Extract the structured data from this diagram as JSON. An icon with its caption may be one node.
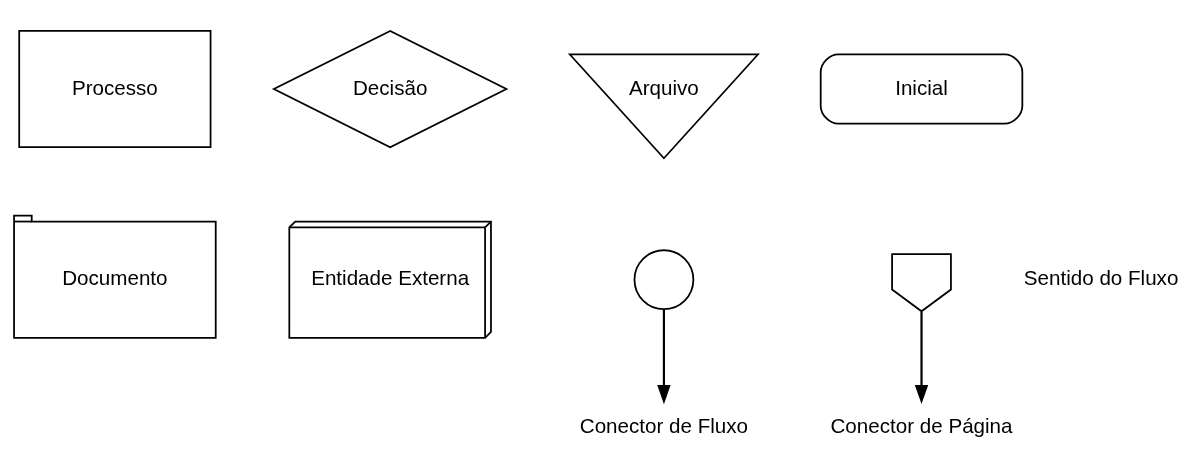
{
  "diagram": {
    "nodes": [
      {
        "text": [
          "Processo"
        ]
      },
      {
        "text": [
          "Decisão"
        ]
      },
      {
        "text": [
          "Arquivo"
        ]
      },
      {
        "text": [
          "Inicial"
        ]
      },
      {
        "text": [
          "Documento"
        ]
      },
      {
        "text": [
          "Entidade Externa"
        ]
      },
      {
        "text": [],
        "shape": "circle"
      },
      {
        "text": [],
        "shape": "pentagon"
      },
      {
        "text": [
          "Conector de Fluxo"
        ]
      },
      {
        "text": [
          "Conector de Página"
        ]
      }
    ],
    "edges": [
      {
        "from": 6,
        "to": 8,
        "arrow": "to"
      },
      {
        "from": 7,
        "to": 9,
        "arrow": "to"
      }
    ],
    "labels": [
      "Sentido do Fluxo"
    ]
  }
}
